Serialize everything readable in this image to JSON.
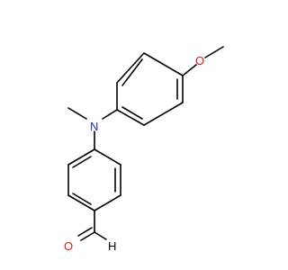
{
  "molecule": {
    "atoms": {
      "oxygen_methoxy": "O",
      "nitrogen": "N",
      "oxygen_aldehyde": "O",
      "hydrogen_aldehyde": "H"
    },
    "colors": {
      "bond": "#000000",
      "nitrogen": "#1f2cd6",
      "oxygen": "#e01919",
      "hydrogen": "#000000"
    }
  }
}
